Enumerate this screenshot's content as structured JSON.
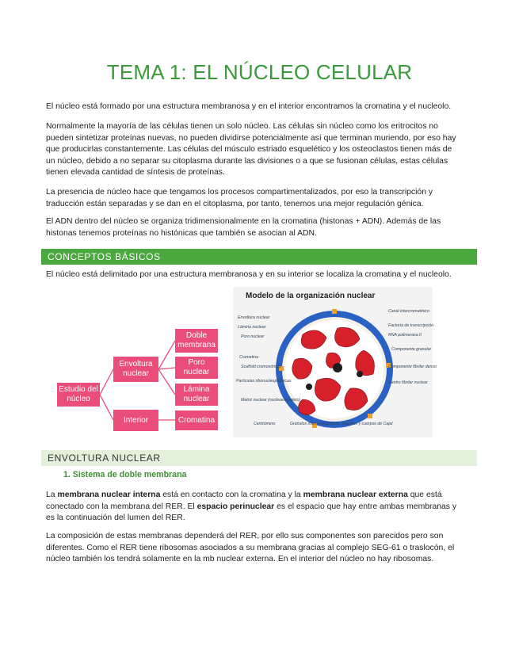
{
  "title": "TEMA 1: EL NÚCLEO CELULAR",
  "intro": {
    "p1": "El núcleo está formado por una estructura membranosa y en el interior encontramos la cromatina y el nucleolo.",
    "p2_l1": "Normalmente la mayoría de las células tienen un solo núcleo. Las células sin núcleo como los eritrocitos no",
    "p2_l2": "pueden sintetizar proteínas nuevas, no pueden dividirse potencialmente así que terminan muriendo, por eso hay",
    "p2_l3": "que producirlas constantemente. Las células del músculo estriado esquelético y los osteoclastos tienen más de",
    "p2_l4": "un núcleo, debido a no separar su citoplasma durante las divisiones o a que se fusionan células, estas células",
    "p2_l5": "tienen elevada cantidad de síntesis de proteínas.",
    "p3_l1": "La presencia de núcleo hace que tengamos los procesos compartimentalizados, por eso la transcripción y",
    "p3_l2": "traducción están separadas y se dan en el citoplasma, por tanto, tenemos una mejor regulación génica.",
    "p4_l1": "El ADN dentro del núcleo se organiza tridimensionalmente en la cromatina (histonas + ADN). Además de las",
    "p4_l2": "histonas tenemos proteínas no histónicas que también se asocian al ADN."
  },
  "section1": {
    "heading": "CONCEPTOS BÁSICOS",
    "text": "El núcleo está delimitado por una estructura membranosa y en su interior se localiza la cromatina y el nucleolo."
  },
  "mindmap": {
    "root": "Estudio del núcleo",
    "envoltura": "Envoltura nuclear",
    "interior": "Interior",
    "doble": "Doble membrana",
    "poro": "Poro nuclear",
    "lamina": "Lámina nuclear",
    "cromatina": "Cromatina"
  },
  "figure": {
    "title": "Modelo de la organización nuclear",
    "labels_left": [
      "Envoltura nuclear",
      "Lámina nuclear",
      "Poro nuclear",
      "Cromatina",
      "Scaffold cromosómico",
      "Partículas ribonucleoproteicas",
      "Matriz nuclear (nucleoesqueleto)",
      "Centrómero"
    ],
    "labels_right": [
      "Canal intercromatínico",
      "Factoría de transcripción",
      "RNA polimerasa II",
      "Componente granular",
      "Componente fibrilar denso",
      "Centro fibrilar nuclear"
    ],
    "label_bottom": "Gránulos intercromatínicos: speckles y cuerpos de Cajal"
  },
  "section2": {
    "heading": "ENVOLTURA NUCLEAR",
    "subheading": "1.   Sistema de doble membrana",
    "p1_a": "La ",
    "p1_b": "membrana nuclear interna",
    "p1_c": " está en contacto con la cromatina y la ",
    "p1_d": "membrana nuclear externa",
    "p1_e": " que está",
    "p1_f": "conectado con la membrana del RER. El ",
    "p1_g": "espacio perinuclear",
    "p1_h": " es el espacio que hay entre ambas membranas y",
    "p1_i": "es la continuación del lumen del RER.",
    "p2_l1": "La composición de estas membranas dependerá del RER, por ello sus componentes son parecidos pero son",
    "p2_l2": "diferentes. Como el RER tiene ribosomas asociados a su membrana gracias al complejo SEG-61 o traslocón, el",
    "p2_l3": "núcleo también los tendrá solamente en la mb nuclear externa. En el interior del núcleo no hay ribosomas."
  },
  "colors": {
    "title_green": "#3a9a3a",
    "band_green": "#4aa83e",
    "band_light": "#e3f0dc",
    "mindmap_pink": "#ea4d7a",
    "nucleus_red": "#d6202a",
    "nucleus_blue": "#2a62c4"
  }
}
